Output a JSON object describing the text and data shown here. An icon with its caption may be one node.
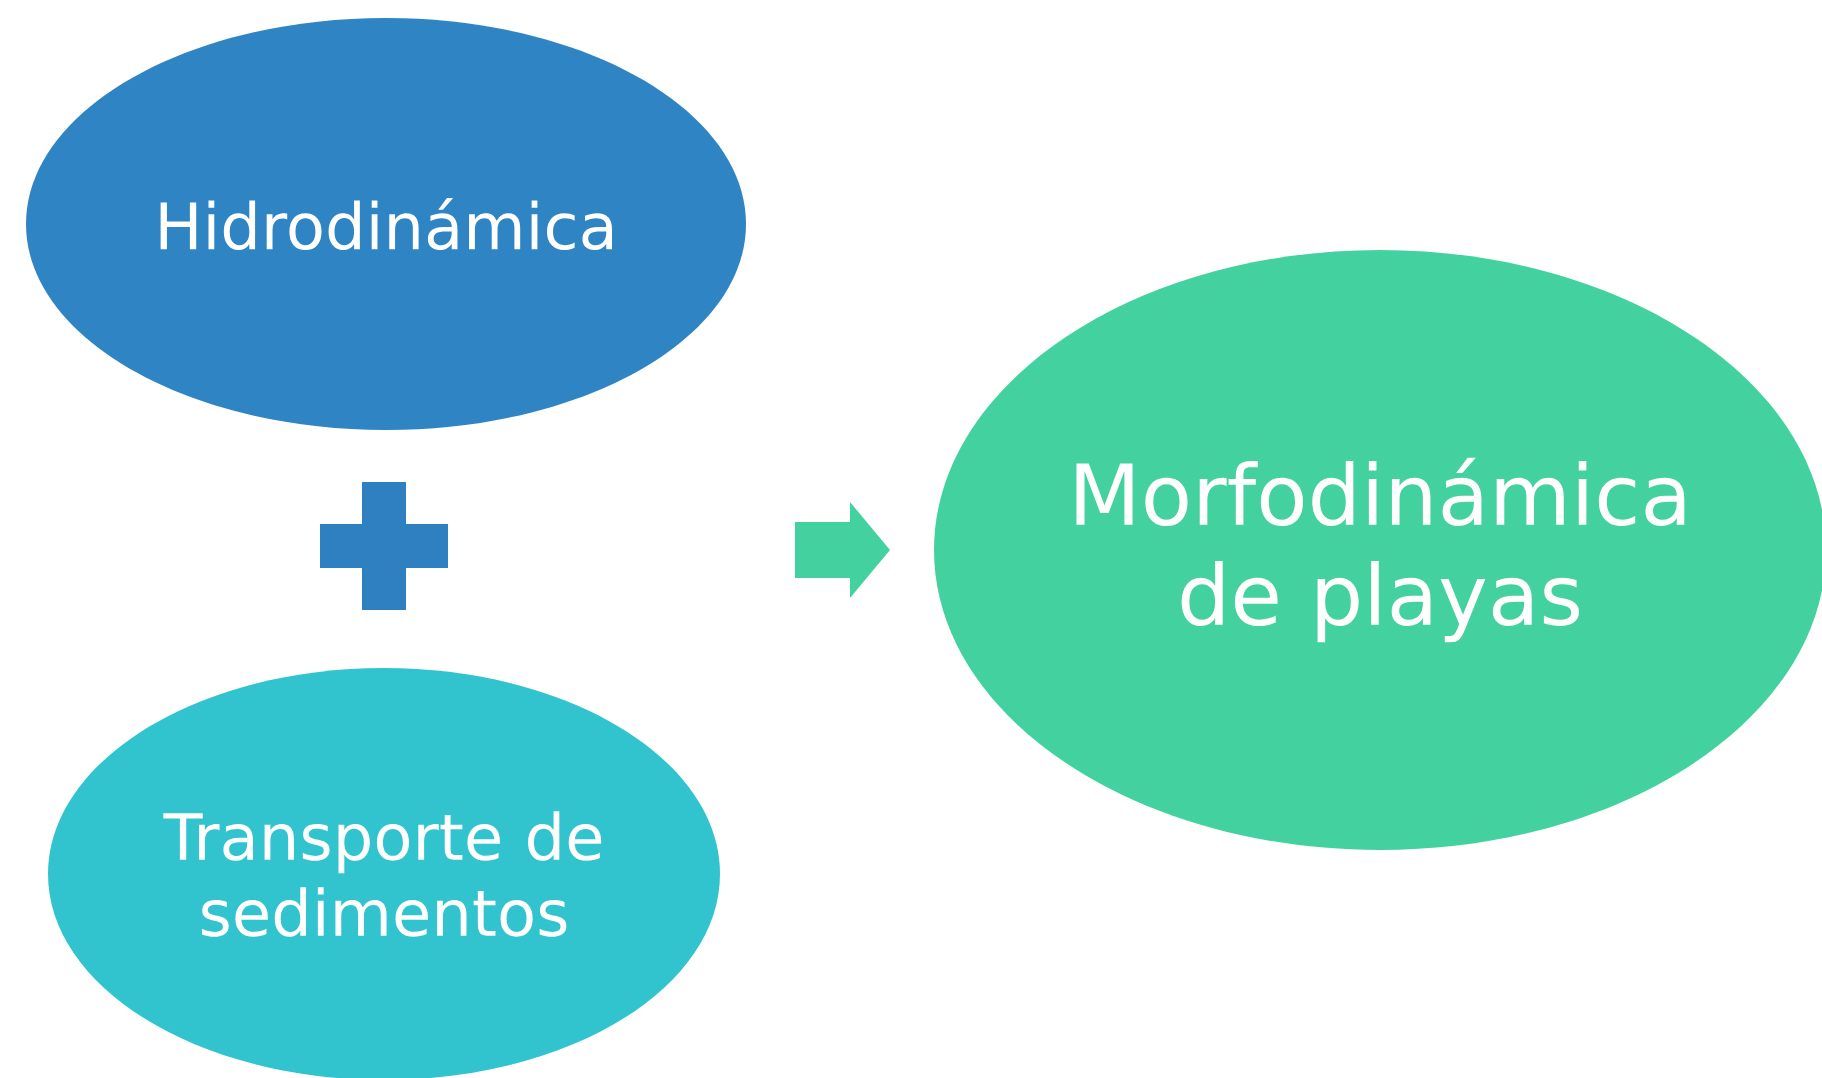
{
  "diagram": {
    "nodes": [
      {
        "text": [
          "Hidrodinámica"
        ]
      },
      {
        "text": [
          "Transporte de sedimentos"
        ]
      },
      {
        "text": [
          "Morfodinámica de playas"
        ]
      }
    ],
    "edges": [
      {
        "from": 0,
        "to": 2,
        "arrow": "to"
      },
      {
        "from": 1,
        "to": 2,
        "arrow": "to"
      }
    ]
  }
}
